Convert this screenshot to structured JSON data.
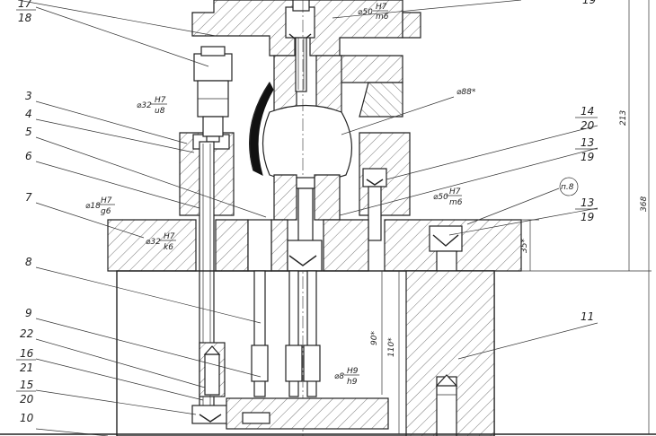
{
  "drawing": {
    "part_labels": {
      "l17": "17",
      "l18": "18",
      "l3": "3",
      "l4": "4",
      "l5": "5",
      "l6": "6",
      "l7": "7",
      "l8": "8",
      "l9": "9",
      "l22": "22",
      "l16": "16",
      "l21": "21",
      "l15": "15",
      "l20a": "20",
      "l10": "10",
      "r14": "14",
      "r20": "20",
      "r13a": "13",
      "r19a": "19",
      "r13b": "13",
      "r19b": "19",
      "r11": "11",
      "r19top": "19",
      "circle_ref": "п.8"
    },
    "fits": {
      "f_top": "⌀50",
      "f_top_fit_num": "H7",
      "f_top_fit_den": "m6",
      "f_32": "⌀32",
      "f_32_num": "H7",
      "f_32_den": "u8",
      "f_88": "⌀88*",
      "f_18": "⌀18",
      "f_18_num": "H7",
      "f_18_den": "g6",
      "f_32k": "⌀32",
      "f_32k_num": "H7",
      "f_32k_den": "k6",
      "f_50b": "⌀50",
      "f_50b_num": "H7",
      "f_50b_den": "m6",
      "f_8": "⌀8",
      "f_8_num": "H9",
      "f_8_den": "h9"
    },
    "dimensions": {
      "d213": "213",
      "d368": "368",
      "d35": "35*",
      "d90": "90*",
      "d110": "110*"
    }
  }
}
